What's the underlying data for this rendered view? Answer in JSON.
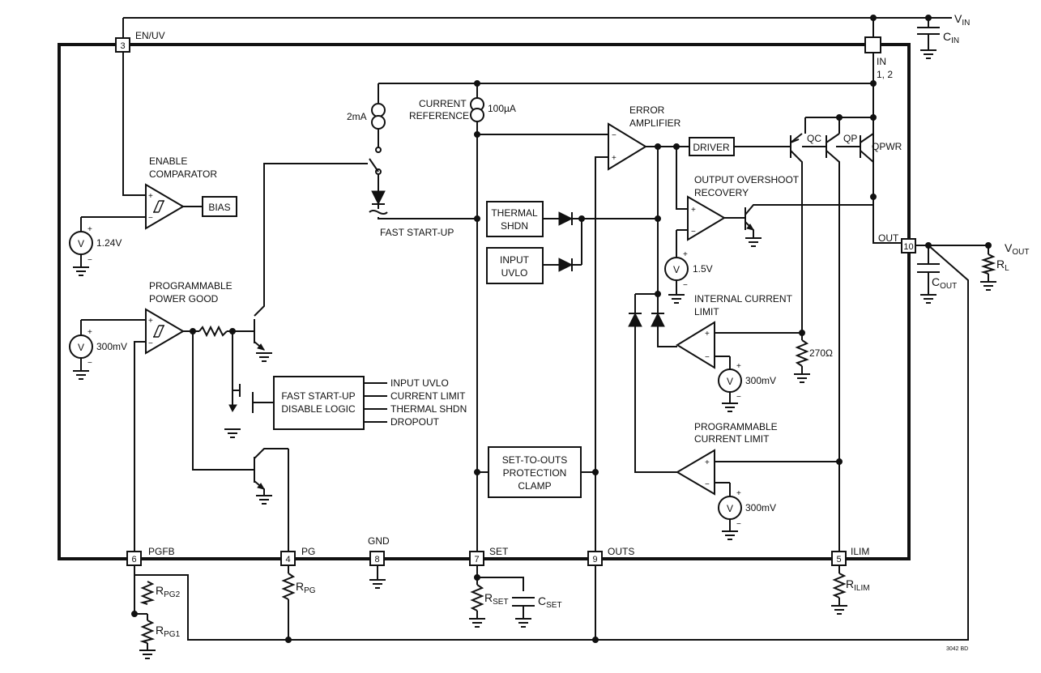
{
  "pins": {
    "en_uv": {
      "number": "3",
      "name": "EN/UV"
    },
    "in": {
      "name": "IN",
      "number": "1, 2"
    },
    "out": {
      "number": "10",
      "name": "OUT"
    },
    "pgfb": {
      "number": "6",
      "name": "PGFB"
    },
    "pg": {
      "number": "4",
      "name": "PG"
    },
    "gnd": {
      "number": "8",
      "name": "GND"
    },
    "set": {
      "number": "7",
      "name": "SET"
    },
    "outs": {
      "number": "9",
      "name": "OUTS"
    },
    "ilim": {
      "number": "5",
      "name": "ILIM"
    }
  },
  "external": {
    "vin": {
      "main": "V",
      "sub": "IN"
    },
    "cin": {
      "main": "C",
      "sub": "IN"
    },
    "vout": {
      "main": "V",
      "sub": "OUT"
    },
    "cout": {
      "main": "C",
      "sub": "OUT"
    },
    "rl": {
      "main": "R",
      "sub": "L"
    },
    "rpg2": {
      "main": "R",
      "sub": "PG2"
    },
    "rpg1": {
      "main": "R",
      "sub": "PG1"
    },
    "rpg": {
      "main": "R",
      "sub": "PG"
    },
    "rset": {
      "main": "R",
      "sub": "SET"
    },
    "cset": {
      "main": "C",
      "sub": "SET"
    },
    "rilim": {
      "main": "R",
      "sub": "ILIM"
    }
  },
  "blocks": {
    "bias": "BIAS",
    "driver": "DRIVER",
    "thermal_shdn": [
      "THERMAL",
      "SHDN"
    ],
    "input_uvlo": [
      "INPUT",
      "UVLO"
    ],
    "fast_startup_disable": [
      "FAST START-UP",
      "DISABLE LOGIC"
    ],
    "clamp": [
      "SET-TO-OUTS",
      "PROTECTION",
      "CLAMP"
    ]
  },
  "labels": {
    "enable_comparator": [
      "ENABLE",
      "COMPARATOR"
    ],
    "power_good": [
      "PROGRAMMABLE",
      "POWER GOOD"
    ],
    "error_amplifier": [
      "ERROR",
      "AMPLIFIER"
    ],
    "current_reference": [
      "CURRENT",
      "REFERENCE"
    ],
    "output_overshoot": [
      "OUTPUT OVERSHOOT",
      "RECOVERY"
    ],
    "internal_current_limit": [
      "INTERNAL CURRENT",
      "LIMIT"
    ],
    "programmable_current_limit": [
      "PROGRAMMABLE",
      "CURRENT LIMIT"
    ],
    "fast_startup": "FAST START-UP",
    "disable_inputs": [
      "INPUT UVLO",
      "CURRENT LIMIT",
      "THERMAL SHDN",
      "DROPOUT"
    ],
    "qc": "QC",
    "qp": "QP",
    "qpwr": "QPWR",
    "figure_code": "3042 BD"
  },
  "values": {
    "v_enable": "1.24V",
    "v_pg": "300mV",
    "v_overshoot": "1.5V",
    "v_int_limit": "300mV",
    "v_prog_limit": "300mV",
    "i_fast": "2mA",
    "i_ref": "100µA",
    "r_sense": "270Ω"
  },
  "symbols": {
    "voltmeter": "V",
    "plus": "+",
    "minus": "−"
  }
}
